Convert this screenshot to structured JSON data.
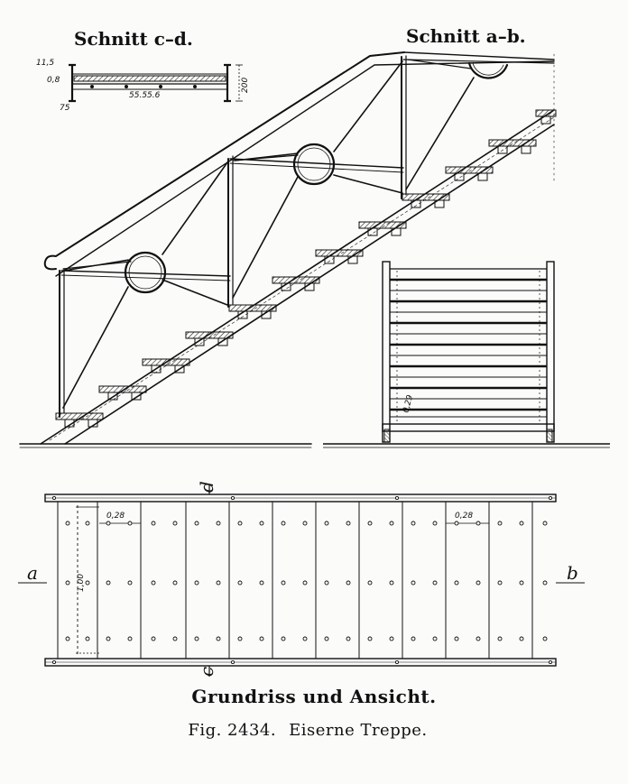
{
  "sections": {
    "cd_title": "Schnitt c–d.",
    "ab_title": "Schnitt a–b."
  },
  "dimensions": {
    "d_11_5": "11,5",
    "d_0_8": "0,8",
    "d_75": "75",
    "d_angle": "55.55.6",
    "d_200": "200",
    "d_side": "0,29",
    "d_plan_left": "0,28",
    "d_plan_right": "0,28",
    "d_width": "1,00"
  },
  "markers": {
    "a": "a",
    "b": "b",
    "c": "c",
    "d": "d"
  },
  "captions": {
    "main": "Grundriss und Ansicht.",
    "fig_number": "Fig. 2434.",
    "fig_title": "Eiserne Treppe."
  }
}
